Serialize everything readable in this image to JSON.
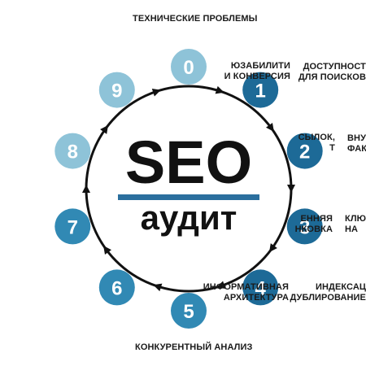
{
  "center": {
    "title": "SEO",
    "subtitle": "аудит",
    "title_color": "#111111",
    "bar_color": "#2b6f9e"
  },
  "colors": {
    "dark": "#1d6a97",
    "mid": "#3189b4",
    "light": "#8ec3d8",
    "ring": "#111111"
  },
  "nodes": [
    {
      "num": "0",
      "shade": "light",
      "lines": [
        "ТЕХНИЧЕСКИЕ ПРОБЛЕМЫ"
      ]
    },
    {
      "num": "1",
      "shade": "dark",
      "lines": [
        "ДОСТУПНОСТ",
        "ДЛЯ ПОИСКОВ"
      ]
    },
    {
      "num": "2",
      "shade": "dark",
      "lines": [
        "ВНУ",
        "ФАКТ"
      ]
    },
    {
      "num": "3",
      "shade": "dark",
      "lines": [
        "КЛЮ",
        "НА"
      ]
    },
    {
      "num": "4",
      "shade": "dark",
      "lines": [
        "ИНДЕКСАЦ",
        "ДУБЛИРОВАНИЕ"
      ]
    },
    {
      "num": "5",
      "shade": "mid",
      "lines": [
        "КОНКУРЕНТНЫЙ АНАЛИЗ"
      ]
    },
    {
      "num": "6",
      "shade": "mid",
      "lines": [
        "ИНФОРМАТИВНАЯ",
        "АРХИТЕКТУРА"
      ]
    },
    {
      "num": "7",
      "shade": "mid",
      "lines": [
        "ЕННЯЯ",
        "НКОВКА"
      ]
    },
    {
      "num": "8",
      "shade": "light",
      "lines": [
        "СЫЛОК,",
        "Т"
      ]
    },
    {
      "num": "9",
      "shade": "light",
      "lines": [
        "ЮЗАБИЛИТИ",
        "И КОНВЕРСИЯ"
      ]
    }
  ]
}
